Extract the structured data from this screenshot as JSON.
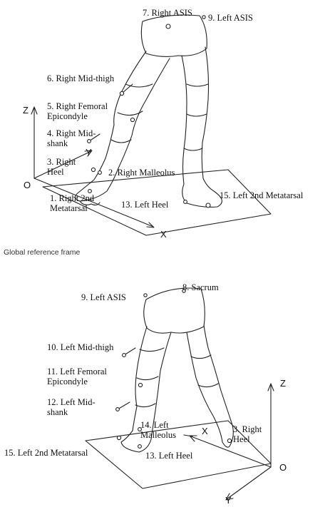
{
  "top_panel": {
    "markers": [
      "7. Right ASIS",
      "9. Left ASIS",
      "6. Right Mid-thigh",
      "5. Right Femoral\nEpicondyle",
      "4. Right Mid-\nshank",
      "3. Right\nHeel",
      "2. Right Malleolus",
      "1. Right 2nd\nMetatarsal",
      "13. Left Heel",
      "15. Left 2nd Metatarsal"
    ],
    "axes": {
      "z": "Z",
      "y": "Y",
      "x": "X",
      "origin": "O"
    }
  },
  "caption": "Global reference frame",
  "bottom_panel": {
    "markers": [
      "9. Left ASIS",
      "8. Sacrum",
      "10. Left Mid-thigh",
      "11. Left Femoral\nEpicondyle",
      "12. Left Mid-\nshank",
      "14. Left\nMalleolus",
      "3. Right\nHeel",
      "15. Left 2nd Metatarsal",
      "13. Left Heel"
    ],
    "axes": {
      "z": "Z",
      "x": "X",
      "y": "Y",
      "origin": "O"
    }
  },
  "colors": {
    "line": "#222222",
    "text": "#111111",
    "background": "#ffffff"
  }
}
